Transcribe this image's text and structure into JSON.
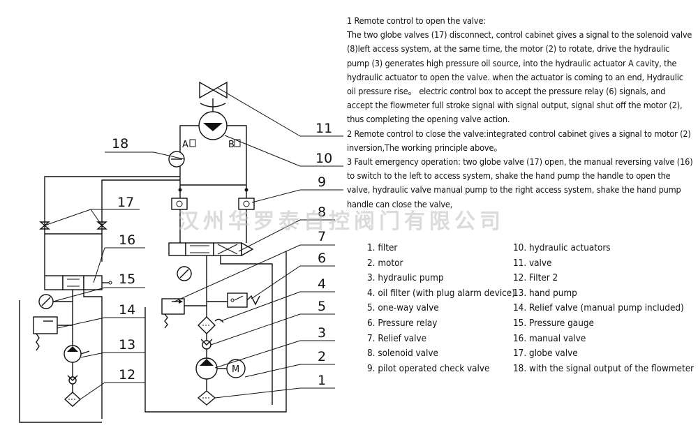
{
  "diagram": {
    "callouts": [
      "1",
      "2",
      "3",
      "4",
      "5",
      "6",
      "7",
      "8",
      "9",
      "10",
      "11",
      "12",
      "13",
      "14",
      "15",
      "16",
      "17",
      "18"
    ],
    "port_a": "A",
    "port_b": "B",
    "motor_symbol": "M"
  },
  "description": {
    "p1": "1 Remote control to open the valve:",
    "p2": "The two globe valves (17) disconnect, control cabinet gives a signal to the solenoid valve (8)left access system, at the same time, the motor (2) to rotate, drive the hydraulic pump (3) generates high pressure oil source, into the hydraulic actuator A cavity, the hydraulic actuator to open the valve. when the actuator is coming to an end, Hydraulic oil pressure rise。 electric control box to accept the pressure relay (6) signals, and accept the flowmeter full stroke signal with signal output, signal shut off the motor (2), thus completing the opening valve action.",
    "p3": "2 Remote control to close the valve:integrated control cabinet gives a signal to motor (2) inversion,The working principle above。",
    "p4": "3 Fault emergency operation: two globe valve (17) open, the manual reversing valve (16) to switch to the left to access system, shake the hand pump the handle to open the valve, hydraulic valve manual pump to the right access system, shake the hand pump handle can close the valve,"
  },
  "legend": {
    "left": [
      "1. filter",
      "2. motor",
      "3. hydraulic pump",
      "4. oil filter (with plug alarm device)",
      "5. one-way valve",
      "6. Pressure relay",
      "7. Relief valve",
      "8. solenoid valve",
      "9. pilot operated check valve"
    ],
    "right": [
      "10. hydraulic actuators",
      "11. valve",
      "12. Filter 2",
      "13. hand pump",
      "14. Relief valve (manual pump included)",
      "15. Pressure gauge",
      "16. manual valve",
      "17. globe valve",
      "18. with the signal output of the flowmeter"
    ]
  },
  "watermark": "汉州华罗泰自控阀门有限公司"
}
